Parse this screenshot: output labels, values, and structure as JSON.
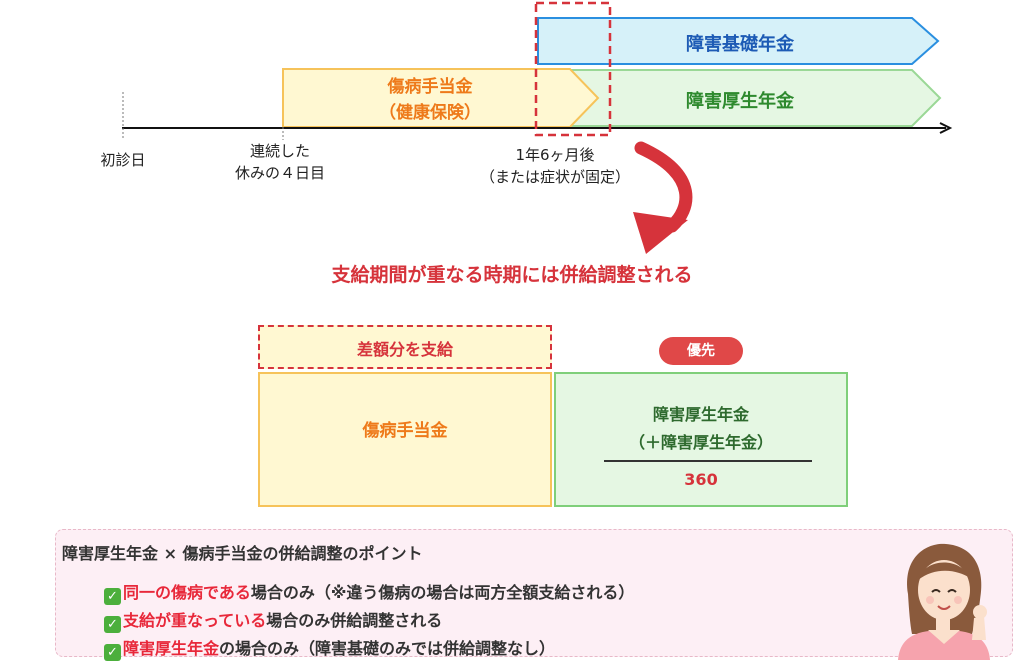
{
  "timeline": {
    "basic_pension": "障害基礎年金",
    "employee_pension": "障害厚生年金",
    "sickness_allowance_line1": "傷病手当金",
    "sickness_allowance_line2": "（健康保険）",
    "first_visit": "初診日",
    "absence_line1": "連続した",
    "absence_line2": "休みの４日目",
    "after_line1": "1年6ヶ月後",
    "after_line2": "（または症状が固定）"
  },
  "adjustment_note": "支給期間が重なる時期には併給調整される",
  "comparison": {
    "diff_label": "差額分を支給",
    "left_label": "傷病手当金",
    "priority_badge": "優先",
    "right_line1": "障害厚生年金",
    "right_line2": "（＋障害厚生年金）",
    "denominator": "360"
  },
  "points": {
    "title": "障害厚生年金 × 傷病手当金の併給調整のポイント",
    "items": [
      {
        "highlight": "同一の傷病である",
        "rest": "場合のみ（※違う傷病の場合は両方全額支給される）"
      },
      {
        "highlight": "支給が重なっている",
        "rest": "場合のみ併給調整される"
      },
      {
        "highlight": "障害厚生年金",
        "rest": "の場合のみ（障害基礎のみでは併給調整なし）"
      }
    ]
  },
  "colors": {
    "blue_fill": "#d6f1f9",
    "blue_stroke": "#2a8fe0",
    "blue_text": "#1d5bb5",
    "green_fill": "#e5f7e3",
    "green_stroke": "#7fcf7a",
    "green_text": "#2e8a2e",
    "yellow_fill": "#fff8d2",
    "yellow_stroke": "#f6c35a",
    "orange_text": "#ee7a1a",
    "red": "#d6333b"
  }
}
